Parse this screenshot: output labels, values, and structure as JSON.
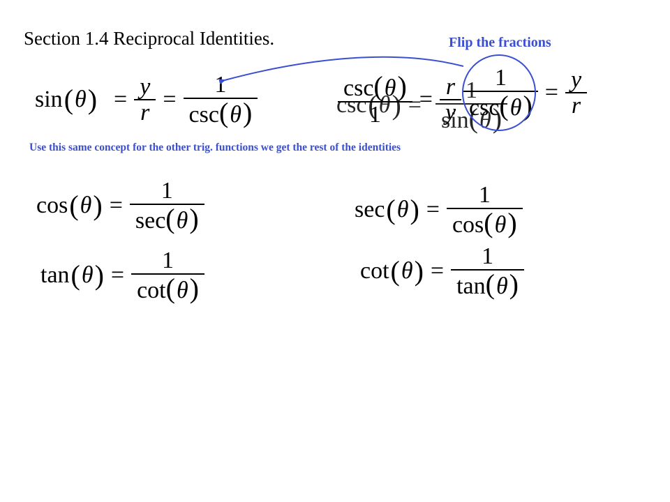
{
  "slide": {
    "title": "Section 1.4  Reciprocal Identities.",
    "flip_label": "Flip the fractions",
    "note": "Use this same concept for the other trig. functions we get the rest of the identities"
  },
  "symbols": {
    "theta": "θ",
    "equals": "=",
    "open_paren": "(",
    "close_paren": ")",
    "one": "1",
    "y": "y",
    "r": "r"
  },
  "functions": {
    "sin": "sin",
    "csc": "csc",
    "cos": "cos",
    "sec": "sec",
    "tan": "tan",
    "cot": "cot"
  },
  "colors": {
    "accent": "#3a4fd1",
    "text": "#000000"
  }
}
